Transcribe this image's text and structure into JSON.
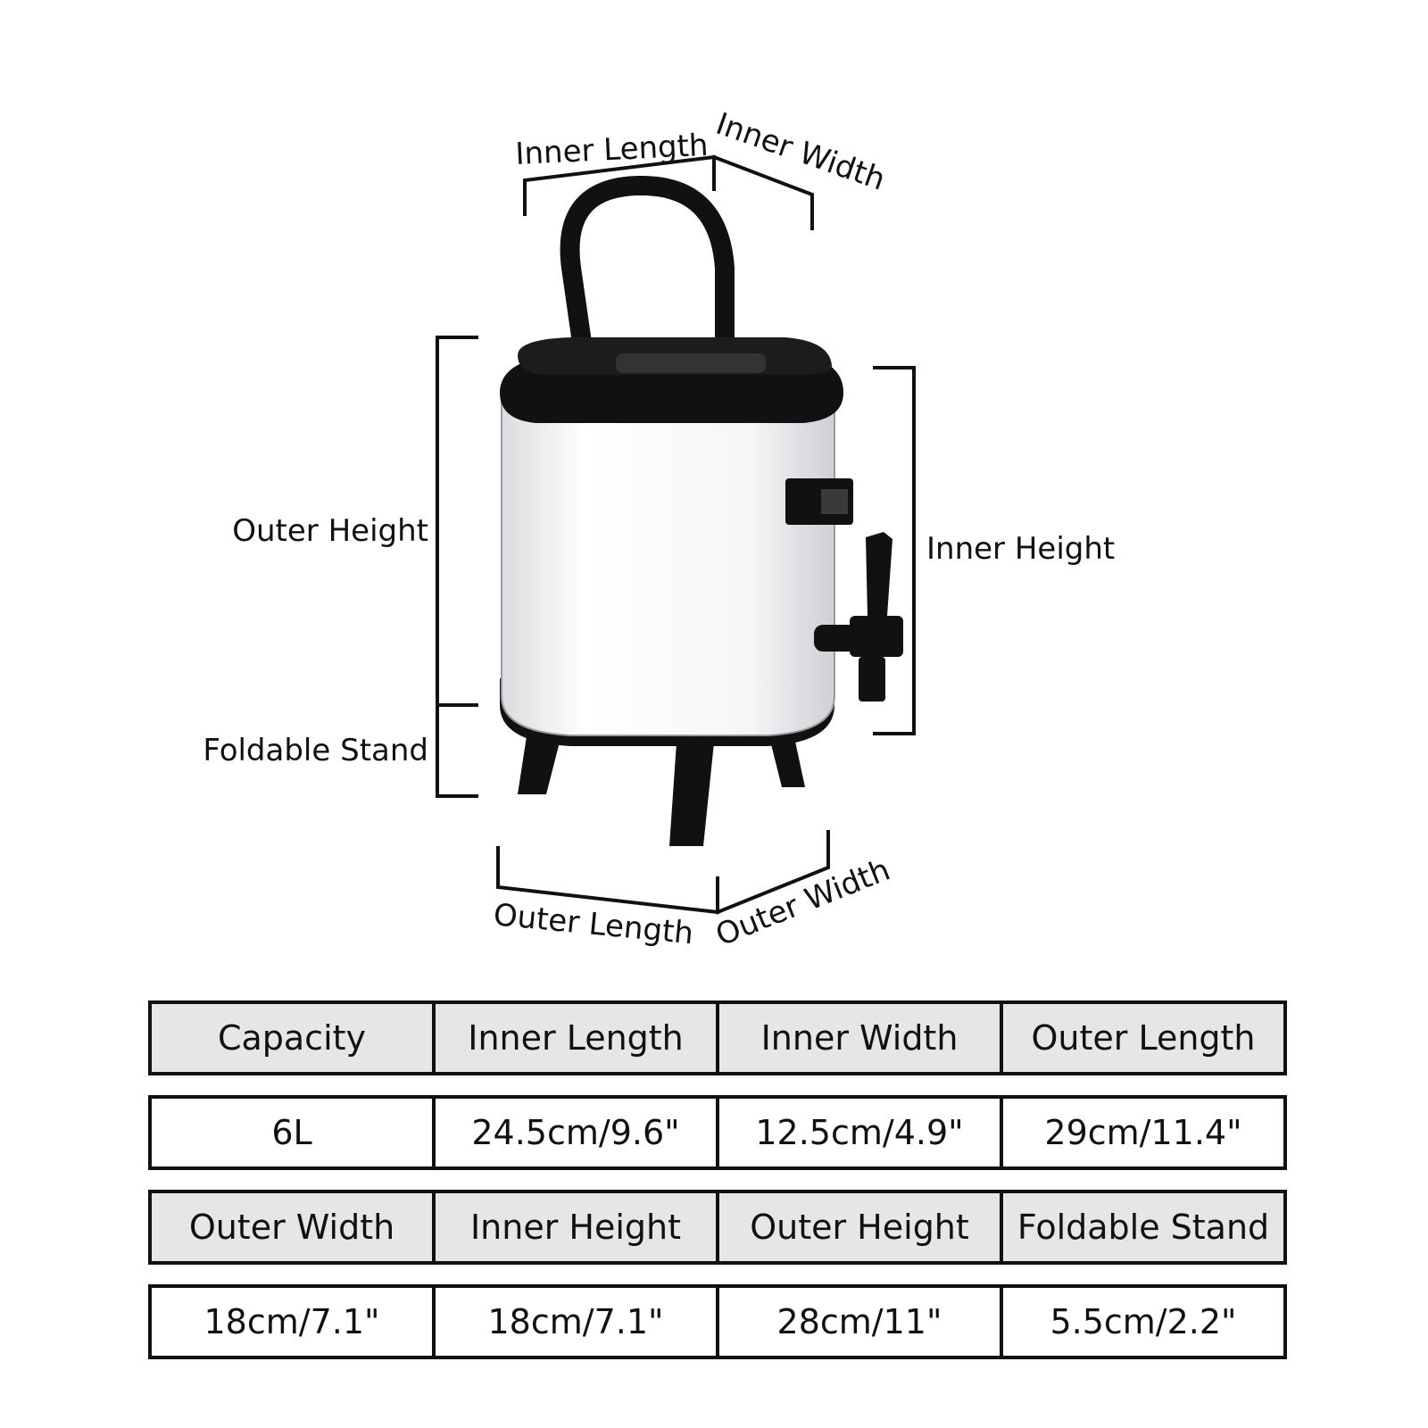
{
  "diagram": {
    "labels": {
      "inner_length": "Inner Length",
      "inner_width": "Inner Width",
      "outer_height": "Outer Height",
      "inner_height": "Inner Height",
      "foldable_stand": "Foldable Stand",
      "outer_length": "Outer Length",
      "outer_width": "Outer Width"
    },
    "colors": {
      "body": "#ffffff",
      "trim": "#111111",
      "header_fill": "#e6e6e6"
    }
  },
  "specs": {
    "rows": [
      {
        "kind": "header",
        "cells": [
          "Capacity",
          "Inner Length",
          "Inner Width",
          "Outer Length"
        ]
      },
      {
        "kind": "value",
        "cells": [
          "6L",
          "24.5cm/9.6\"",
          "12.5cm/4.9\"",
          "29cm/11.4\""
        ]
      },
      {
        "kind": "header",
        "cells": [
          "Outer Width",
          "Inner Height",
          "Outer Height",
          "Foldable Stand"
        ]
      },
      {
        "kind": "value",
        "cells": [
          "18cm/7.1\"",
          "18cm/7.1\"",
          "28cm/11\"",
          "5.5cm/2.2\""
        ]
      }
    ]
  }
}
